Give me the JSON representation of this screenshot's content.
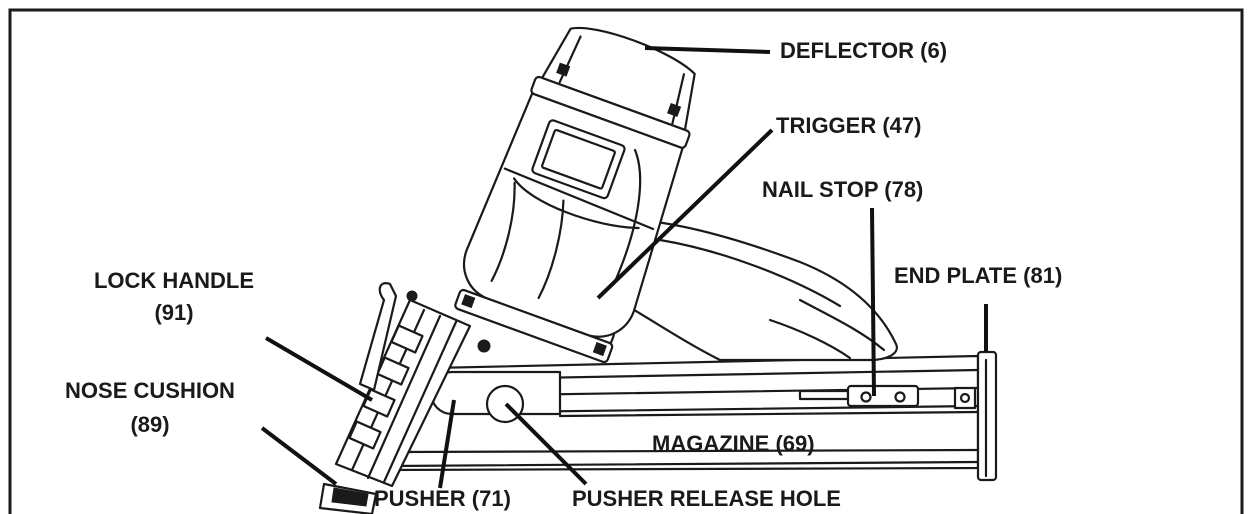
{
  "diagram": {
    "labels": {
      "deflector": "DEFLECTOR (6)",
      "trigger": "TRIGGER (47)",
      "nail_stop": "NAIL STOP (78)",
      "end_plate": "END PLATE (81)",
      "lock_handle_line1": "LOCK HANDLE",
      "lock_handle_line2": "(91)",
      "nose_cushion_line1": "NOSE CUSHION",
      "nose_cushion_line2": "(89)",
      "magazine": "MAGAZINE (69)",
      "pusher": "PUSHER (71)",
      "pusher_release_hole": "PUSHER RELEASE HOLE"
    },
    "colors": {
      "line": "#1a1a1a",
      "background": "#ffffff"
    }
  }
}
